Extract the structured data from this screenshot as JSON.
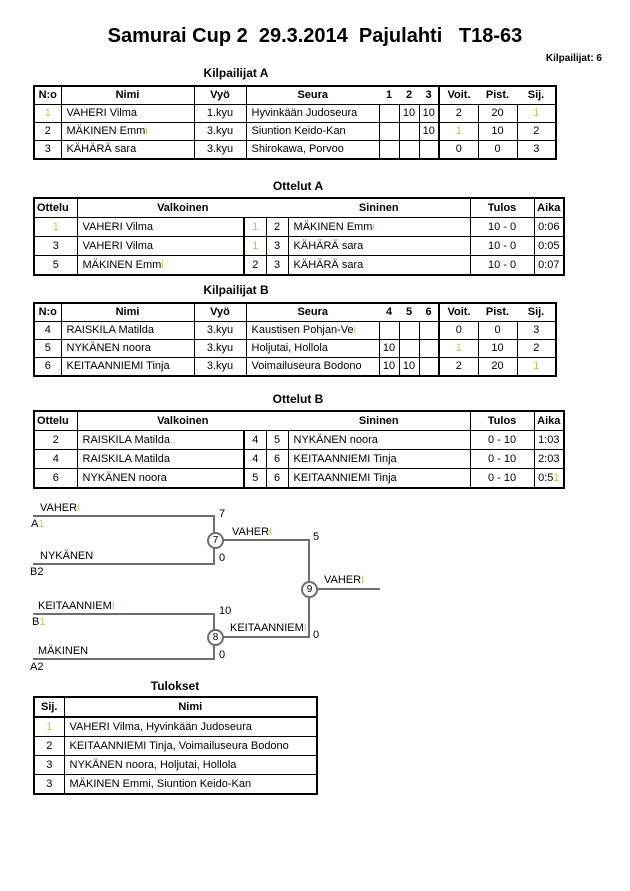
{
  "page": {
    "title": "Samurai Cup 2  29.3.2014  Pajulahti   T18-63",
    "competitors": "Kilpailijat: 6"
  },
  "headers": {
    "kilp": {
      "no": "N:o",
      "nimi": "Nimi",
      "vyo": "Vyö",
      "seura": "Seura",
      "voit": "Voit.",
      "pist": "Pist.",
      "sij": "Sij."
    },
    "ott": {
      "ottelu": "Ottelu",
      "valkoinen": "Valkoinen",
      "sininen": "Sininen",
      "tulos": "Tulos",
      "aika": "Aika"
    },
    "tul": {
      "sij": "Sij.",
      "nimi": "Nimi"
    }
  },
  "pool_a": {
    "title": "Kilpailijat A",
    "cols": [
      "1",
      "2",
      "3"
    ],
    "rows": [
      {
        "no": "1",
        "nimi": "VAHERI Vilma",
        "nimi_f": "",
        "vyo": "1.kyu",
        "seura": "Hyvinkään Judoseura",
        "seura_f": "",
        "m1": "",
        "m2": "10",
        "m3": "10",
        "voit": "2",
        "pist": "20",
        "sij": "1"
      },
      {
        "no": "2",
        "nimi": "MÄKINEN Emm",
        "nimi_f": "i",
        "vyo": "3.kyu",
        "seura": "Siuntion Keido-Kan",
        "seura_f": "",
        "m1": "",
        "m2": "",
        "m3": "10",
        "voit": "1",
        "pist": "10",
        "sij": "2"
      },
      {
        "no": "3",
        "nimi": "KÄHÄRÄ sara",
        "nimi_f": "",
        "vyo": "3.kyu",
        "seura": "Shirokawa, Porvoo",
        "seura_f": "",
        "m1": "",
        "m2": "",
        "m3": "",
        "voit": "0",
        "pist": "0",
        "sij": "3"
      }
    ]
  },
  "matches_a": {
    "title": "Ottelut A",
    "rows": [
      {
        "ottelu": "1",
        "valkoinen": "VAHERI Vilma",
        "valkoinen_f": "",
        "n1": "1",
        "n2": "2",
        "sininen": "MÄKINEN Emm",
        "sininen_f": "i",
        "tulos": "10 - 0",
        "aika": "0:06",
        "aika_f": ""
      },
      {
        "ottelu": "3",
        "valkoinen": "VAHERI Vilma",
        "valkoinen_f": "",
        "n1": "1",
        "n2": "3",
        "sininen": "KÄHÄRÄ sara",
        "sininen_f": "",
        "tulos": "10 - 0",
        "aika": "0:05",
        "aika_f": ""
      },
      {
        "ottelu": "5",
        "valkoinen": "MÄKINEN Emm",
        "valkoinen_f": "i",
        "n1": "2",
        "n2": "3",
        "sininen": "KÄHÄRÄ sara",
        "sininen_f": "",
        "tulos": "10 - 0",
        "aika": "0:07",
        "aika_f": ""
      }
    ]
  },
  "pool_b": {
    "title": "Kilpailijat B",
    "cols": [
      "4",
      "5",
      "6"
    ],
    "rows": [
      {
        "no": "4",
        "nimi": "RAISKILA Matilda",
        "nimi_f": "",
        "vyo": "3.kyu",
        "seura": "Kaustisen Pohjan-Ve",
        "seura_f": "i",
        "m1": "",
        "m2": "",
        "m3": "",
        "voit": "0",
        "pist": "0",
        "sij": "3"
      },
      {
        "no": "5",
        "nimi": "NYKÄNEN noora",
        "nimi_f": "",
        "vyo": "3.kyu",
        "seura": "Holjutai, Hollola",
        "seura_f": "",
        "m1": "10",
        "m2": "",
        "m3": "",
        "voit": "1",
        "pist": "10",
        "sij": "2"
      },
      {
        "no": "6",
        "nimi": "KEITAANNIEMI Tinja",
        "nimi_f": "",
        "vyo": "3.kyu",
        "seura": "Voimailuseura Bodono",
        "seura_f": "",
        "m1": "10",
        "m2": "10",
        "m3": "",
        "voit": "2",
        "pist": "20",
        "sij": "1"
      }
    ]
  },
  "matches_b": {
    "title": "Ottelut B",
    "rows": [
      {
        "ottelu": "2",
        "valkoinen": "RAISKILA Matilda",
        "valkoinen_f": "",
        "n1": "4",
        "n2": "5",
        "sininen": "NYKÄNEN noora",
        "sininen_f": "",
        "tulos": "0 - 10",
        "aika": "1:03",
        "aika_f": ""
      },
      {
        "ottelu": "4",
        "valkoinen": "RAISKILA Matilda",
        "valkoinen_f": "",
        "n1": "4",
        "n2": "6",
        "sininen": "KEITAANNIEMI Tinja",
        "sininen_f": "",
        "tulos": "0 - 10",
        "aika": "2:03",
        "aika_f": ""
      },
      {
        "ottelu": "6",
        "valkoinen": "NYKÄNEN noora",
        "valkoinen_f": "",
        "n1": "5",
        "n2": "6",
        "sininen": "KEITAANNIEMI Tinja",
        "sininen_f": "",
        "tulos": "0 - 10",
        "aika": "0:5",
        "aika_f": "1"
      }
    ]
  },
  "results": {
    "title": "Tulokset",
    "rows": [
      {
        "sij": "1",
        "nimi": "VAHERI Vilma, Hyvinkään Judoseura"
      },
      {
        "sij": "2",
        "nimi": "KEITAANNIEMI Tinja, Voimailuseura Bodono"
      },
      {
        "sij": "3",
        "nimi": "NYKÄNEN noora, Holjutai, Hollola"
      },
      {
        "sij": "3",
        "nimi": "MÄKINEN Emmi, Siuntion Keido-Kan"
      }
    ]
  },
  "bracket": {
    "slot1": {
      "name": "VAHER",
      "name_f": "I",
      "seed": "A",
      "seed_f": "1",
      "score": "7"
    },
    "slot2": {
      "name": "NYKÄNEN",
      "name_f": "",
      "seed": "B2",
      "seed_f": "",
      "score": "0"
    },
    "slot3": {
      "name": "KEITAANNIEM",
      "name_f": "I",
      "seed": "B",
      "seed_f": "1",
      "score": "10"
    },
    "slot4": {
      "name": "MÄKINEN",
      "name_f": "",
      "seed": "A2",
      "seed_f": "",
      "score": "0"
    },
    "sf1": {
      "no": "7",
      "winner": "VAHER",
      "winner_f": "I",
      "score": "5"
    },
    "sf2": {
      "no": "8",
      "winner": "KEITAANNIEM",
      "winner_f": "I",
      "score": "0"
    },
    "final": {
      "no": "9",
      "winner": "VAHER",
      "winner_f": "I"
    }
  },
  "colors": {
    "faint_digit": "#ccbf55",
    "bracket_line": "#6e6e6e",
    "text": "#000000"
  }
}
